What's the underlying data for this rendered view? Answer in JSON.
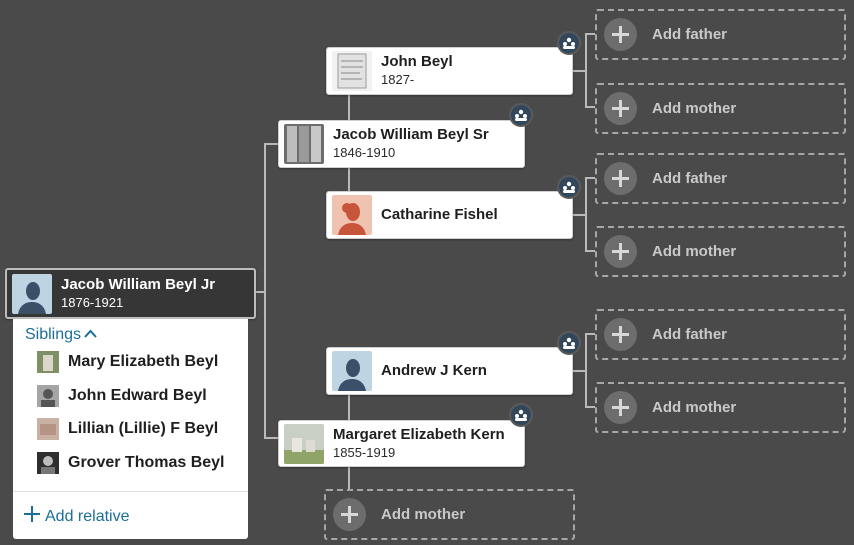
{
  "root": {
    "name": "Jacob William Beyl Jr",
    "years": "1876-1921"
  },
  "father": {
    "name": "Jacob William Beyl Sr",
    "years": "1846-1910"
  },
  "mother": {
    "name": "Margaret Elizabeth Kern",
    "years": "1855-1919"
  },
  "paternal_grandfather": {
    "name": "John Beyl",
    "years": "1827-"
  },
  "paternal_grandmother": {
    "name": "Catharine Fishel"
  },
  "maternal_grandfather": {
    "name": "Andrew J Kern"
  },
  "labels": {
    "add_father": "Add father",
    "add_mother": "Add mother"
  },
  "siblings": {
    "header": "Siblings",
    "items": [
      {
        "name": "Mary Elizabeth Beyl"
      },
      {
        "name": "John Edward Beyl"
      },
      {
        "name": "Lillian (Lillie) F Beyl"
      },
      {
        "name": "Grover Thomas Beyl"
      }
    ],
    "add_relative": "Add relative"
  },
  "colors": {
    "background": "#4a4a4a",
    "link": "#1a6e98",
    "badge": "#33475b"
  }
}
